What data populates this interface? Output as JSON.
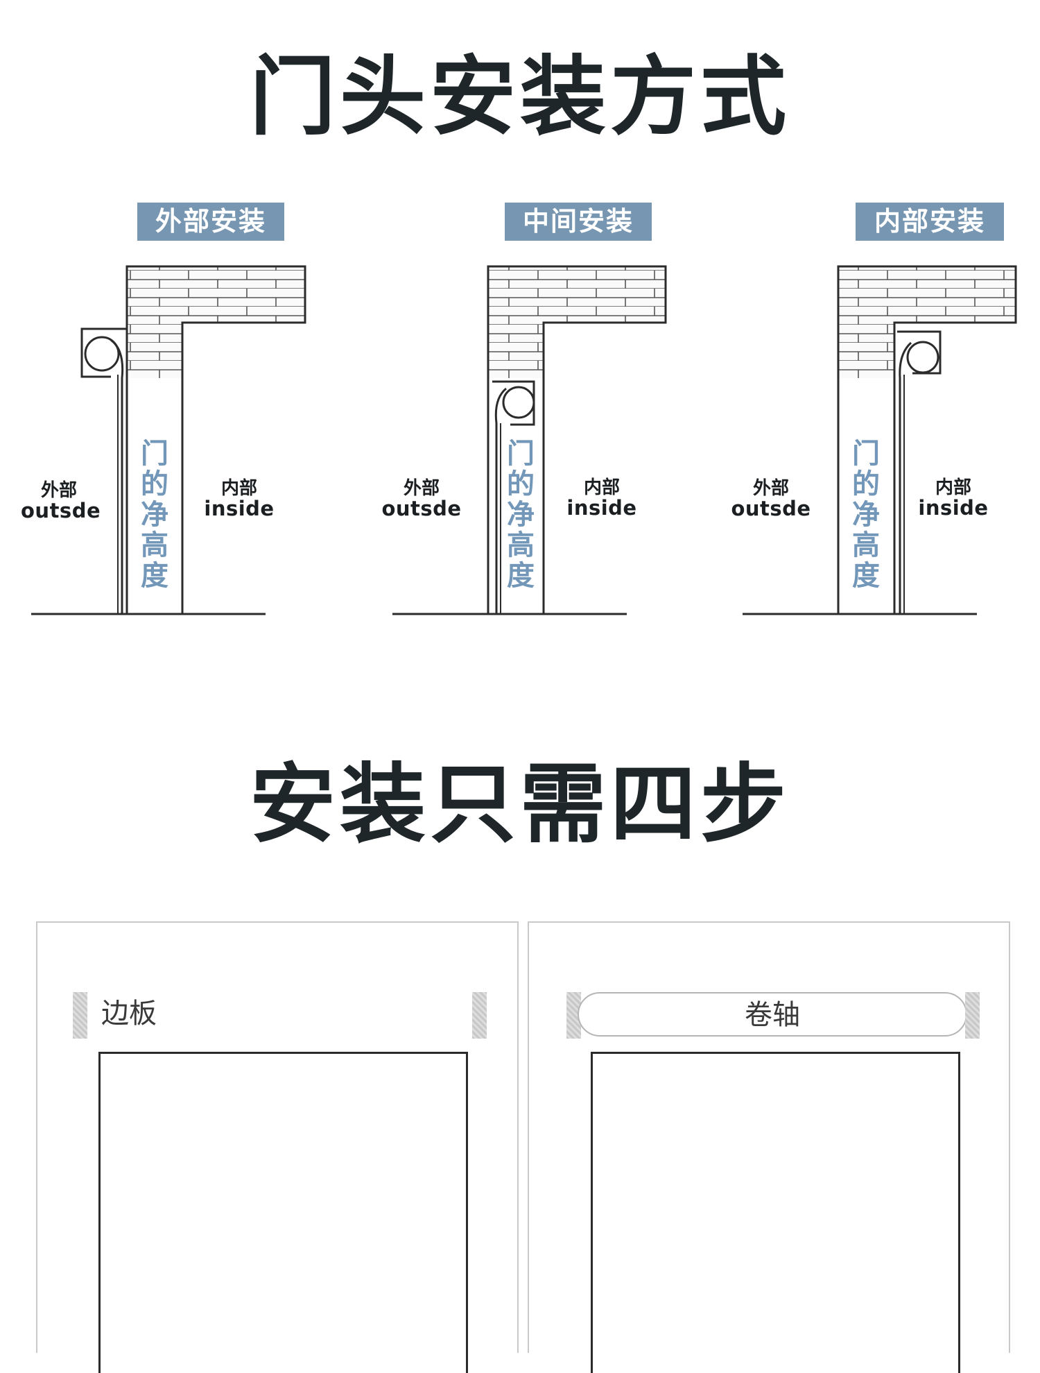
{
  "section1": {
    "title": "门头安装方式",
    "diagrams": [
      {
        "tag": "外部安装",
        "mount": "outside",
        "outside_zh": "外部",
        "outside_en": "outsde",
        "inside_zh": "内部",
        "inside_en": "inside",
        "height_label": [
          "门",
          "的",
          "净",
          "高",
          "度"
        ]
      },
      {
        "tag": "中间安装",
        "mount": "middle",
        "outside_zh": "外部",
        "outside_en": "outsde",
        "inside_zh": "内部",
        "inside_en": "inside",
        "height_label": [
          "门",
          "的",
          "净",
          "高",
          "度"
        ]
      },
      {
        "tag": "内部安装",
        "mount": "inside",
        "outside_zh": "外部",
        "outside_en": "outsde",
        "inside_zh": "内部",
        "inside_en": "inside",
        "height_label": [
          "门",
          "的",
          "净",
          "高",
          "度"
        ]
      }
    ]
  },
  "section2": {
    "title": "安装只需四步",
    "cards": [
      {
        "label": "边板"
      },
      {
        "label": "卷轴"
      }
    ]
  },
  "colors": {
    "tag_bg": "#7796b1",
    "height_label": "#7297b9",
    "title": "#1f2629",
    "line": "#2b2b2b"
  }
}
